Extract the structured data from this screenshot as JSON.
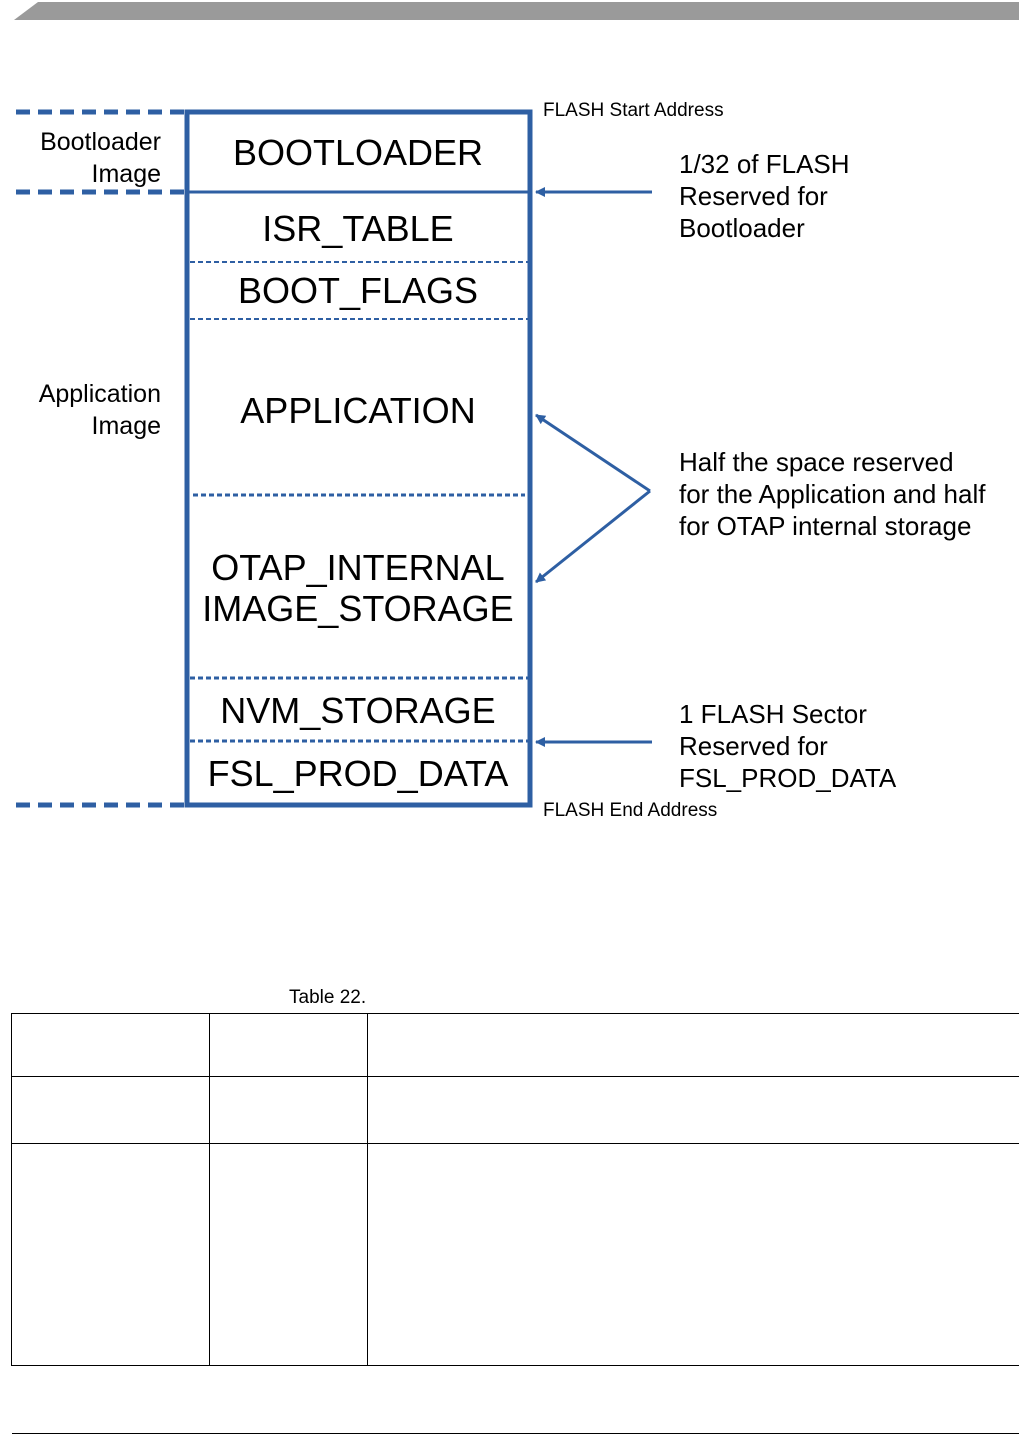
{
  "colors": {
    "accent": "#2e5fa3",
    "header": "#9a9a9a"
  },
  "diagram": {
    "segments": [
      {
        "id": "bootloader",
        "label": "BOOTLOADER"
      },
      {
        "id": "isr_table",
        "label": "ISR_TABLE"
      },
      {
        "id": "boot_flags",
        "label": "BOOT_FLAGS"
      },
      {
        "id": "application",
        "label": "APPLICATION"
      },
      {
        "id": "otap_internal",
        "label": "OTAP_INTERNAL"
      },
      {
        "id": "image_storage",
        "label": "IMAGE_STORAGE"
      },
      {
        "id": "nvm_storage",
        "label": "NVM_STORAGE"
      },
      {
        "id": "fsl_prod_data",
        "label": "FSL_PROD_DATA"
      }
    ],
    "side_labels": {
      "bootloader_image": [
        "Bootloader",
        "Image"
      ],
      "application_image": [
        "Application",
        "Image"
      ]
    },
    "addresses": {
      "start": "FLASH Start Address",
      "end": "FLASH End Address"
    },
    "notes": {
      "bootloader_reserved": [
        "1/32 of FLASH",
        "Reserved for",
        "Bootloader"
      ],
      "half_space": [
        "Half the space reserved",
        "for the Application and half",
        "for OTAP internal storage"
      ],
      "sector_reserved": [
        "1 FLASH Sector",
        "Reserved for",
        "FSL_PROD_DATA"
      ]
    }
  },
  "table": {
    "caption": "Table 22."
  }
}
